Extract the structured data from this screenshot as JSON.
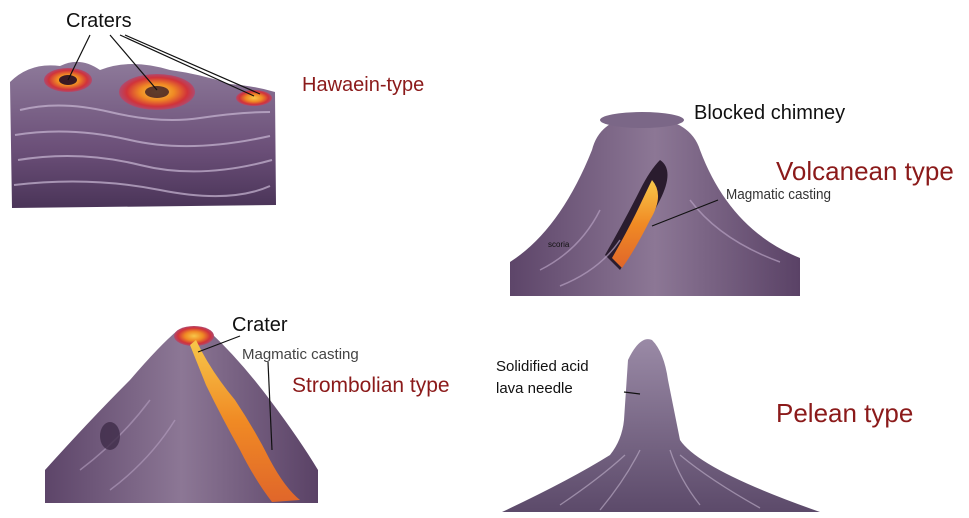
{
  "panels": {
    "hawaiian": {
      "type_label": "Hawaein-type",
      "callout": "Craters"
    },
    "vulcanian": {
      "type_label": "Volcanean type",
      "callout_top": "Blocked chimney",
      "callout_side": "Magmatic casting",
      "tiny_label": "scoria"
    },
    "strombolian": {
      "type_label": "Strombolian type",
      "callout_top": "Crater",
      "callout_side": "Magmatic casting"
    },
    "pelean": {
      "type_label": "Pelean type",
      "callout_line1": "Solidified acid",
      "callout_line2": "lava needle"
    }
  },
  "colors": {
    "type_label": "#8b1a1a",
    "rock_purple": "#6b4f78",
    "rock_light": "#a48fae",
    "lava_orange": "#f08a24",
    "lava_yellow": "#f7c74a",
    "lava_red": "#d1323a"
  }
}
